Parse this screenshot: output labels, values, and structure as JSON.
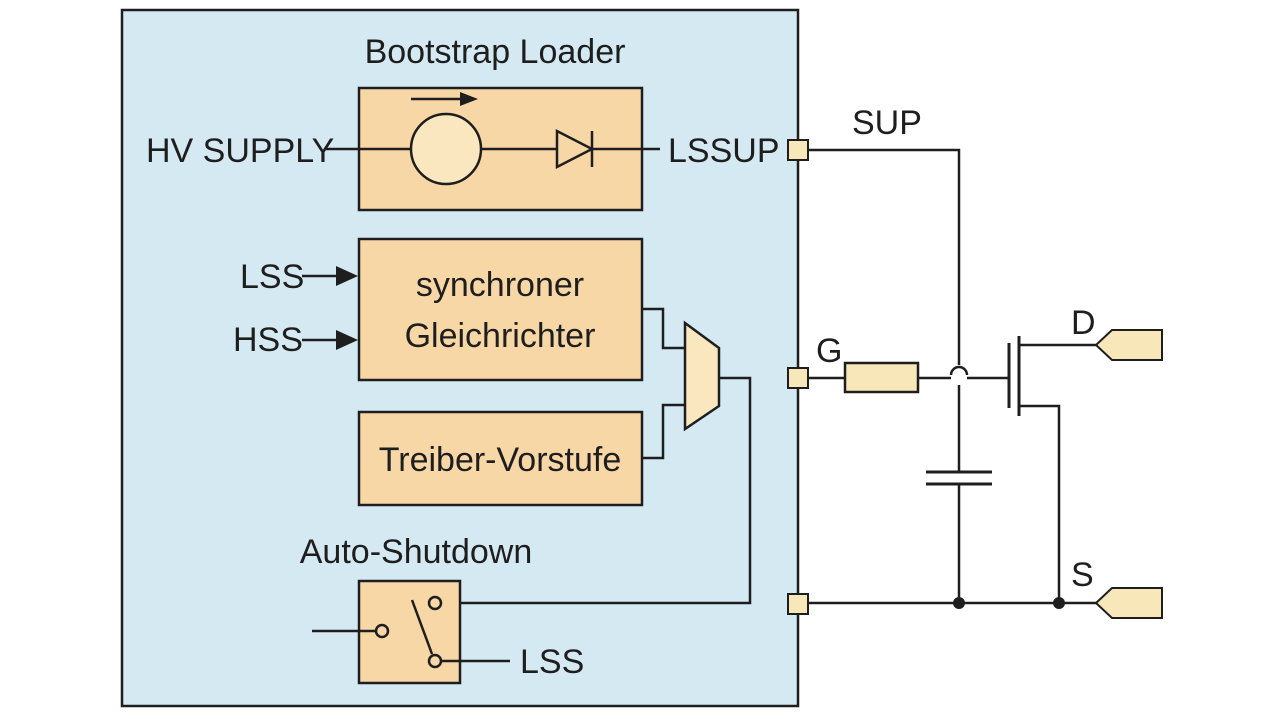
{
  "colors": {
    "chip_background": "#d5e9f3",
    "block_fill": "#f8d7a7",
    "pin_fill": "#f8e7b8",
    "line": "#1e1e1e"
  },
  "labels": {
    "bootstrap_title": "Bootstrap Loader",
    "hv_supply": "HV SUPPLY",
    "lssup": "LSSUP",
    "sup": "SUP",
    "lss_in": "LSS",
    "hss_in": "HSS",
    "sync_line1": "synchroner",
    "sync_line2": "Gleichrichter",
    "driver": "Treiber-Vorstufe",
    "auto_shutdown": "Auto-Shutdown",
    "lss_bottom": "LSS",
    "gate": "G",
    "drain": "D",
    "source": "S"
  }
}
